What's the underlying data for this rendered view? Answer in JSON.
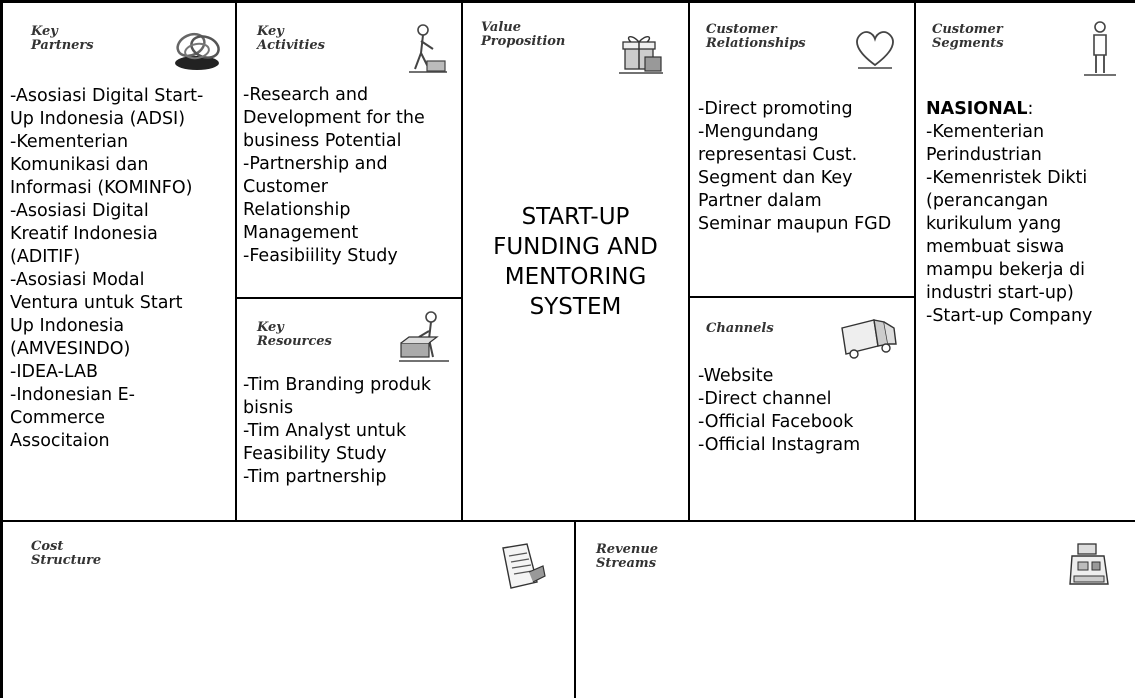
{
  "sections": {
    "key_partners": {
      "title_lines": [
        "Key",
        "Partners"
      ],
      "items": [
        "-Asosiasi Digital Start-",
        "Up Indonesia (ADSI)",
        "-Kementerian",
        "Komunikasi dan",
        "Informasi (KOMINFO)",
        "-Asosiasi Digital",
        "Kreatif Indonesia",
        "(ADITIF)",
        "-Asosiasi Modal",
        "Ventura untuk Start",
        "Up Indonesia",
        "(AMVESINDO)",
        "-IDEA-LAB",
        "-Indonesian E-",
        "Commerce",
        "Associtaion"
      ]
    },
    "key_activities": {
      "title_lines": [
        "Key",
        "Activities"
      ],
      "items": [
        "-Research and",
        "Development for the",
        "business Potential",
        "-Partnership and",
        "Customer",
        "Relationship",
        "Management",
        "-Feasibiility Study"
      ]
    },
    "key_resources": {
      "title_lines": [
        "Key",
        "Resources"
      ],
      "items": [
        "-Tim Branding produk",
        "bisnis",
        "-Tim Analyst untuk",
        "Feasibility Study",
        "-Tim partnership"
      ]
    },
    "value_proposition": {
      "title_lines": [
        "Value",
        "Proposition"
      ],
      "main_lines": [
        "START-UP",
        "FUNDING AND",
        "MENTORING",
        "SYSTEM"
      ]
    },
    "customer_relationships": {
      "title_lines": [
        "Customer",
        "Relationships"
      ],
      "items": [
        "-Direct promoting",
        "-Mengundang",
        "representasi Cust.",
        "Segment dan Key",
        "Partner dalam",
        "Seminar maupun FGD"
      ]
    },
    "channels": {
      "title_lines": [
        "Channels"
      ],
      "items": [
        "-Website",
        "-Direct channel",
        "-Official Facebook",
        "-Official Instagram"
      ]
    },
    "customer_segments": {
      "title_lines": [
        "Customer",
        "Segments"
      ],
      "heading": "NASIONAL",
      "heading_suffix": ":",
      "items": [
        "-Kementerian",
        "Perindustrian",
        "-Kemenristek Dikti",
        "(perancangan",
        "kurikulum yang",
        "membuat siswa",
        "mampu bekerja di",
        "industri start-up)",
        "-Start-up Company"
      ]
    },
    "cost_structure": {
      "title_lines": [
        "Cost",
        "Structure"
      ]
    },
    "revenue_streams": {
      "title_lines": [
        "Revenue",
        "Streams"
      ]
    }
  }
}
